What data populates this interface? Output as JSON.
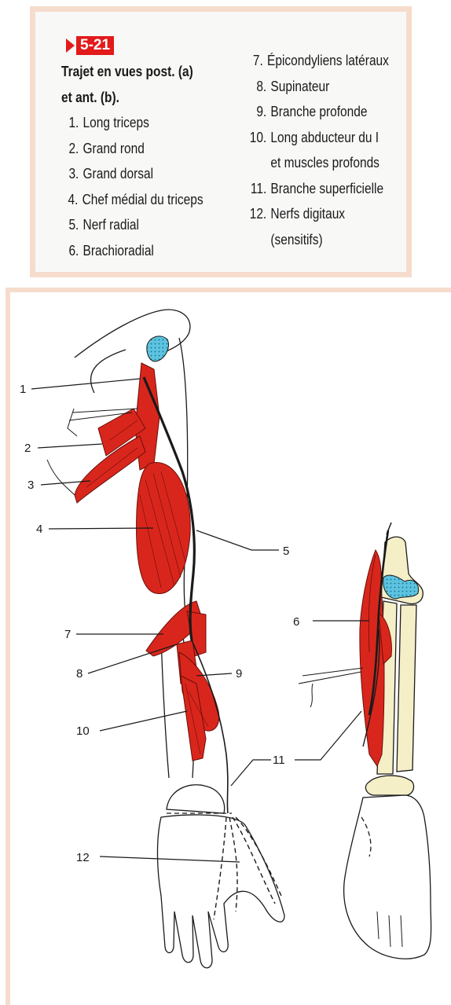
{
  "legend": {
    "figure_number": "5-21",
    "caption_line1": "Trajet en vues post. (a)",
    "caption_line2": "et ant. (b).",
    "items_left": [
      {
        "num": "1.",
        "text": "Long triceps"
      },
      {
        "num": "2.",
        "text": "Grand rond"
      },
      {
        "num": "3.",
        "text": "Grand dorsal"
      },
      {
        "num": "4.",
        "text": "Chef médial du triceps"
      },
      {
        "num": "5.",
        "text": "Nerf radial"
      },
      {
        "num": "6.",
        "text": "Brachioradial"
      }
    ],
    "items_right": [
      {
        "num": "7.",
        "text": "Épicondyliens latéraux"
      },
      {
        "num": "8.",
        "text": "Supinateur"
      },
      {
        "num": "9.",
        "text": "Branche profonde"
      },
      {
        "num": "10.",
        "text": "Long abducteur du I"
      },
      {
        "num": "",
        "text": "et muscles profonds"
      },
      {
        "num": "11.",
        "text": "Branche superficielle"
      },
      {
        "num": "12.",
        "text": "Nerfs digitaux"
      },
      {
        "num": "",
        "text": "(sensitifs)"
      }
    ]
  },
  "figure": {
    "callouts": [
      "1",
      "2",
      "3",
      "4",
      "5",
      "6",
      "7",
      "8",
      "9",
      "10",
      "11",
      "12"
    ],
    "colors": {
      "muscle": "#d9261c",
      "muscle_stroke": "#6a0f0a",
      "bone": "#f5efc8",
      "cartilage": "#5cc3e0",
      "nerve": "#1a1a1a",
      "frame": "#f6dccd"
    }
  }
}
